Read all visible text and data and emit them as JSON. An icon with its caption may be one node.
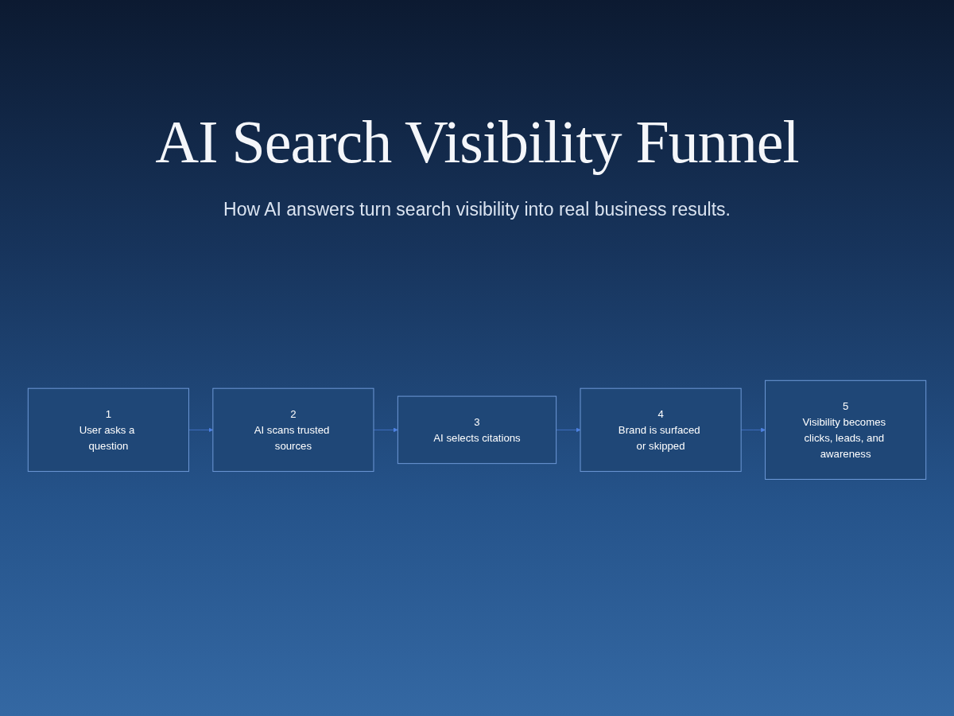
{
  "diagram": {
    "title": "AI Search Visibility Funnel",
    "caption": "How AI answers turn search visibility into real business results.",
    "nodes": [
      {
        "text": [
          "1",
          "User asks a question"
        ]
      },
      {
        "text": [
          "2",
          "AI scans trusted sources"
        ]
      },
      {
        "text": [
          "3",
          "AI selects citations"
        ]
      },
      {
        "text": [
          "4",
          "Brand is surfaced or skipped"
        ]
      },
      {
        "text": [
          "5",
          "Visibility becomes clicks, leads, and awareness"
        ]
      }
    ],
    "edges": [
      {
        "from": 0,
        "to": 1,
        "arrow": "to"
      },
      {
        "from": 1,
        "to": 2,
        "arrow": "to"
      },
      {
        "from": 2,
        "to": 3,
        "arrow": "to"
      },
      {
        "from": 3,
        "to": 4,
        "arrow": "to"
      }
    ]
  }
}
